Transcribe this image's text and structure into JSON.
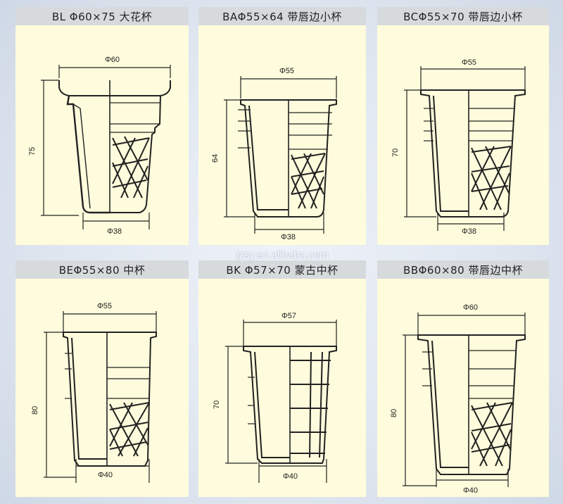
{
  "watermark": "jzsy.en.alibaba.com",
  "cups": [
    {
      "id": "BL",
      "title": "BL Φ60×75 大花杯",
      "top_dia": "Φ60",
      "height": "75",
      "bottom_dia": "Φ38"
    },
    {
      "id": "BA",
      "title": "BAΦ55×64 带唇边小杯",
      "top_dia": "Φ55",
      "height": "64",
      "bottom_dia": "Φ38"
    },
    {
      "id": "BC",
      "title": "BCΦ55×70 带唇边小杯",
      "top_dia": "Φ55",
      "height": "70",
      "bottom_dia": "Φ38"
    },
    {
      "id": "BE",
      "title": "BEΦ55×80 中杯",
      "top_dia": "Φ55",
      "height": "80",
      "bottom_dia": "Φ40"
    },
    {
      "id": "BK",
      "title": "BK Φ57×70 蒙古中杯",
      "top_dia": "Φ57",
      "height": "70",
      "bottom_dia": "Φ40"
    },
    {
      "id": "BB",
      "title": "BBΦ60×80 带唇边中杯",
      "top_dia": "Φ60",
      "height": "80",
      "bottom_dia": "Φ40"
    }
  ]
}
